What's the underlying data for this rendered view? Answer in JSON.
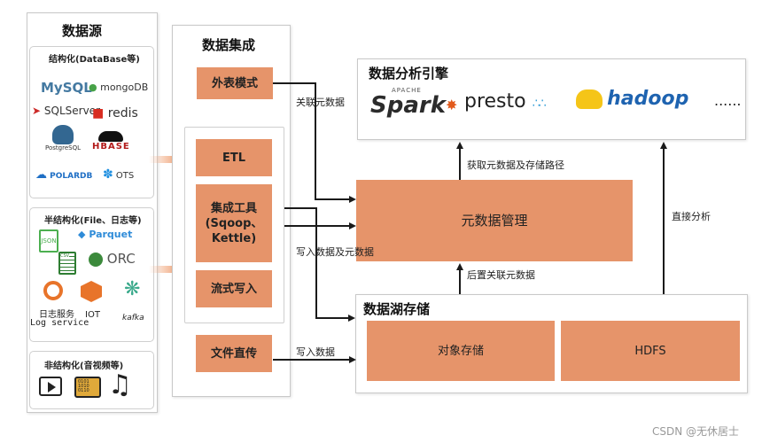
{
  "data_source": {
    "title": "数据源",
    "structured": {
      "title": "结构化(DataBase等)",
      "items": [
        "MySQL",
        "mongoDB",
        "SQLServer",
        "redis",
        "PostgreSQL",
        "HBASE",
        "POLARDB",
        "OTS"
      ]
    },
    "semi_structured": {
      "title": "半结构化(File、日志等)",
      "items": [
        "JSON",
        "Parquet",
        "CSV",
        "ORC",
        "日志服务",
        "Log service",
        "IOT",
        "kafka"
      ]
    },
    "unstructured": {
      "title": "非结构化(音视频等)"
    }
  },
  "integration": {
    "title": "数据集成",
    "external_table": "外表模式",
    "etl": "ETL",
    "tools_line1": "集成工具",
    "tools_line2": "(Sqoop、",
    "tools_line3": "Kettle)",
    "stream_write": "流式写入",
    "file_direct": "文件直传"
  },
  "analysis": {
    "title": "数据分析引擎",
    "engines": [
      "Spark",
      "presto",
      "hadoop",
      "......"
    ]
  },
  "metadata": {
    "label": "元数据管理"
  },
  "lake": {
    "title": "数据湖存储",
    "object_storage": "对象存储",
    "hdfs": "HDFS"
  },
  "edges": {
    "link_metadata": "关联元数据",
    "write_data_and_meta": "写入数据及元数据",
    "write_data": "写入数据",
    "get_meta_path": "获取元数据及存储路径",
    "post_link_meta": "后置关联元数据",
    "direct_analysis": "直接分析"
  },
  "watermark": "CSDN @无休居士",
  "colors": {
    "accent": "#E6946A",
    "line": "#1a1a1a"
  }
}
